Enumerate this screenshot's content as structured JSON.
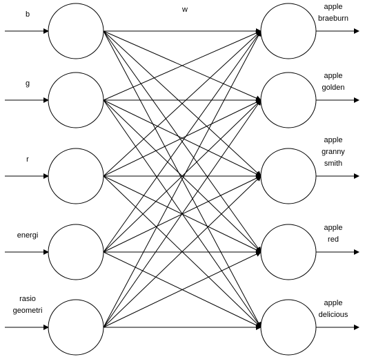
{
  "diagram": {
    "weight_label": "w",
    "inputs": [
      {
        "id": "b",
        "lines": [
          "b"
        ]
      },
      {
        "id": "g",
        "lines": [
          "g"
        ]
      },
      {
        "id": "r",
        "lines": [
          "r"
        ]
      },
      {
        "id": "energi",
        "lines": [
          "energi"
        ]
      },
      {
        "id": "rasio-geometri",
        "lines": [
          "rasio",
          "geometri"
        ]
      }
    ],
    "outputs": [
      {
        "id": "apple-braeburn",
        "lines": [
          "apple",
          "braeburn"
        ]
      },
      {
        "id": "apple-golden",
        "lines": [
          "apple",
          "golden"
        ]
      },
      {
        "id": "apple-granny-smith",
        "lines": [
          "apple",
          "granny",
          "smith"
        ]
      },
      {
        "id": "apple-red",
        "lines": [
          "apple",
          "red"
        ]
      },
      {
        "id": "apple-delicious",
        "lines": [
          "apple",
          "delicious"
        ]
      }
    ],
    "connectivity": "fully-connected",
    "colors": {
      "stroke": "#000000",
      "fill": "#ffffff"
    }
  }
}
